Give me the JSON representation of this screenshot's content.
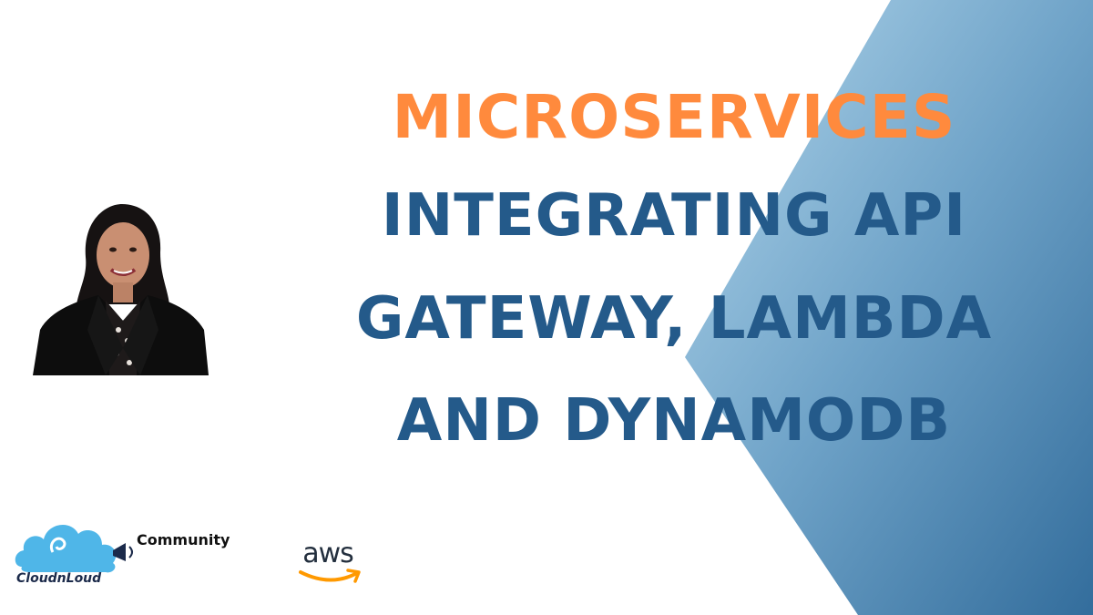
{
  "title": "MICROSERVICES",
  "subtitle_lines": [
    "INTEGRATING API",
    "GATEWAY, LAMBDA",
    "AND DYNAMODB"
  ],
  "community": {
    "label": "Community",
    "brand": "CloudnLoud"
  },
  "aws_logo_text": "aws",
  "colors": {
    "title": "#FF8A3D",
    "subtitle": "#245A8A",
    "panel_light": "#A9D1E8",
    "panel_dark": "#3F7AA6",
    "cloud": "#4FB6E8"
  }
}
